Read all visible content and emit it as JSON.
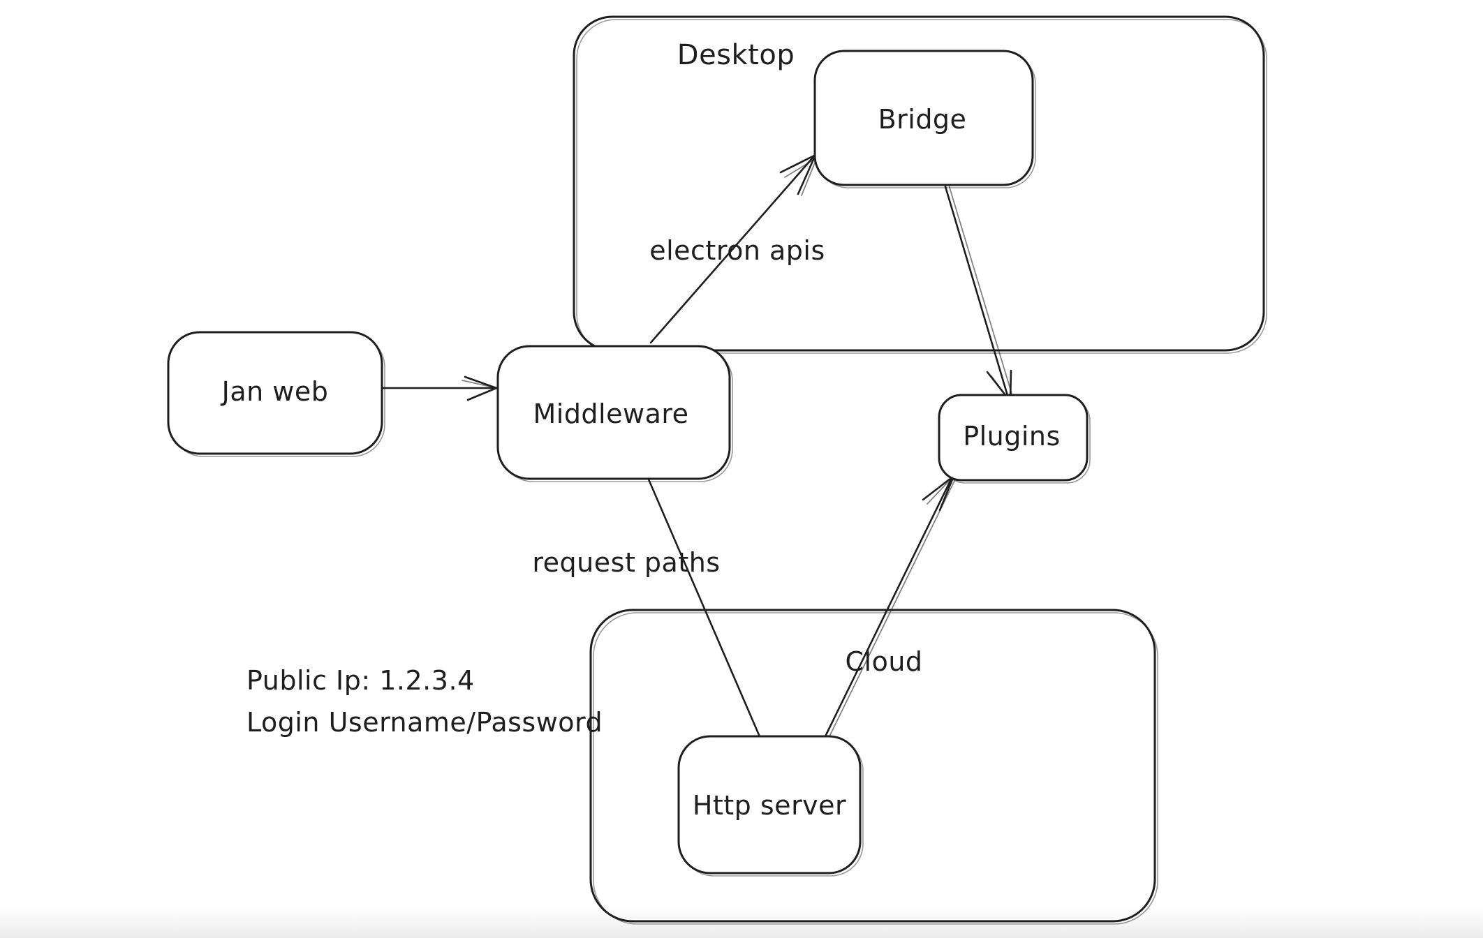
{
  "diagram": {
    "colors": {
      "background": "#ffffff",
      "stroke": "#1e1e1e"
    },
    "containers": {
      "desktop": {
        "label": "Desktop"
      },
      "cloud": {
        "label": "Cloud"
      }
    },
    "nodes": {
      "jan_web": {
        "label": "Jan web"
      },
      "middleware": {
        "label": "Middleware"
      },
      "bridge": {
        "label": "Bridge"
      },
      "plugins": {
        "label": "Plugins"
      },
      "http_server": {
        "label": "Http server"
      }
    },
    "edges": [
      {
        "from": "jan_web",
        "to": "middleware",
        "label": "",
        "arrow": "end"
      },
      {
        "from": "middleware",
        "to": "bridge",
        "label": "electron apis",
        "arrow": "end"
      },
      {
        "from": "bridge",
        "to": "plugins",
        "label": "",
        "arrow": "end"
      },
      {
        "from": "middleware",
        "to": "http_server",
        "label": "request paths",
        "arrow": "none"
      },
      {
        "from": "http_server",
        "to": "plugins",
        "label": "",
        "arrow": "end"
      }
    ],
    "annotations": {
      "public_ip": "Public Ip: 1.2.3.4",
      "login": "Login Username/Password"
    }
  }
}
